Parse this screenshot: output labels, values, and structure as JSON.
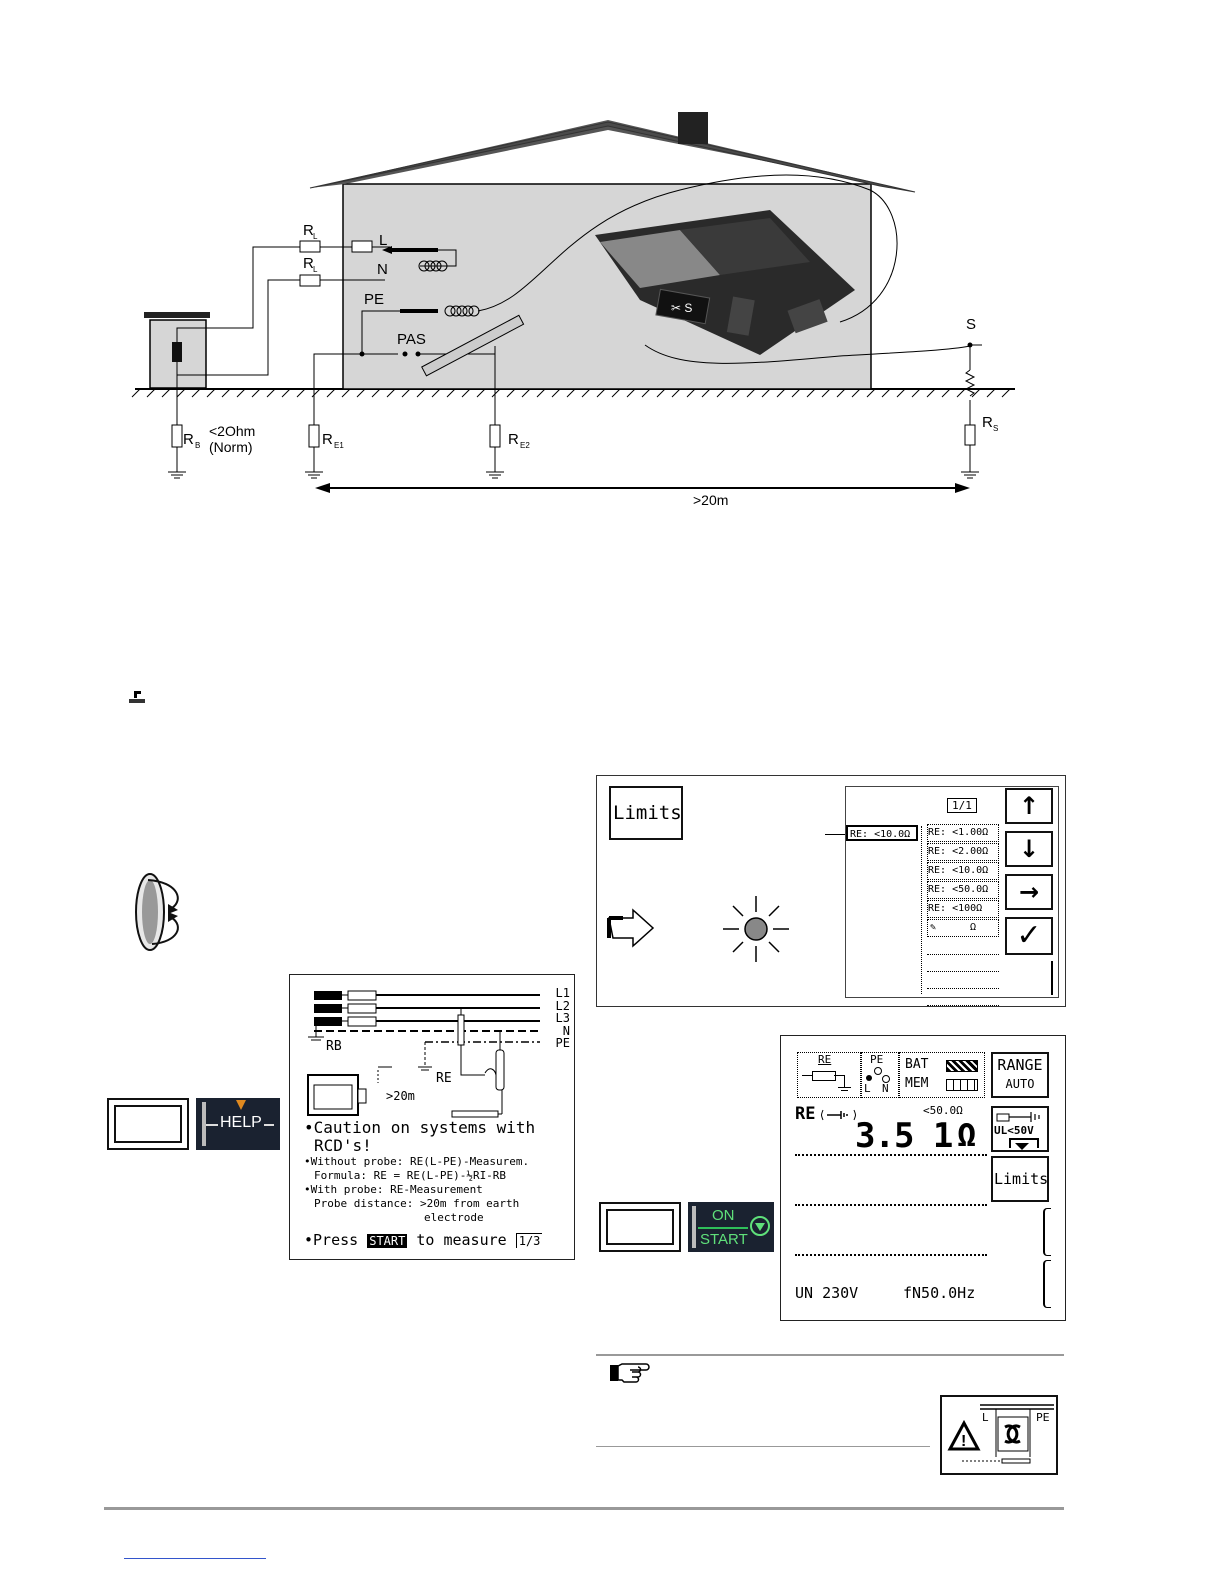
{
  "schematic": {
    "labels": {
      "rl_top": "R",
      "rl_top_sub": "L",
      "rl_bottom": "R",
      "rl_bottom_sub": "L",
      "l": "L",
      "n": "N",
      "pe": "PE",
      "pas": "PAS",
      "s": "S",
      "rb": "R",
      "rb_sub": "B",
      "rb_note_1": "<2Ohm",
      "rb_note_2": "(Norm)",
      "re1": "R",
      "re1_sub": "E1",
      "re2": "R",
      "re2_sub": "E2",
      "rs": "R",
      "rs_sub": "S",
      "distance": ">20m"
    }
  },
  "help_screen": {
    "phases": [
      "L1",
      "L2",
      "L3",
      "N",
      "PE"
    ],
    "rb": "RB",
    "re": "RE",
    "distance": ">20m",
    "lines": [
      "•Caution on systems with",
      "RCD's!",
      "•Without probe: RE(L-PE)-Measurem.",
      "Formula: RE = RE(L-PE)-½RI-RB",
      "•With probe: RE-Measurement",
      "Probe distance: >20m from earth",
      "electrode"
    ],
    "press": "•Press",
    "start": "START",
    "to_measure": "to measure",
    "page": "1/3"
  },
  "help_key": {
    "label": "HELP"
  },
  "limits_screen": {
    "limits_button": "Limits",
    "page": "1/1",
    "selected": "RE: <10.0Ω",
    "options": [
      "RE: <1.00Ω",
      "RE: <2.00Ω",
      "RE: <10.0Ω",
      "RE: <50.0Ω",
      "RE: <100Ω",
      "Ω"
    ]
  },
  "measure_screen": {
    "re_label": "RE",
    "pe_label": "PE",
    "l_label": "L",
    "n_label": "N",
    "bat": "BAT",
    "mem": "MEM",
    "range": "RANGE",
    "auto": "AUTO",
    "quantity": "RE",
    "limit": "<50.0Ω",
    "value": "3.5 1",
    "unit": "Ω",
    "ul": "UL<50V",
    "limits_button": "Limits",
    "un": "UN 230V",
    "fn": "fN50.0Hz"
  },
  "start_key": {
    "on": "ON",
    "start": "START"
  },
  "note_icon": {
    "l": "L",
    "pe": "PE"
  }
}
